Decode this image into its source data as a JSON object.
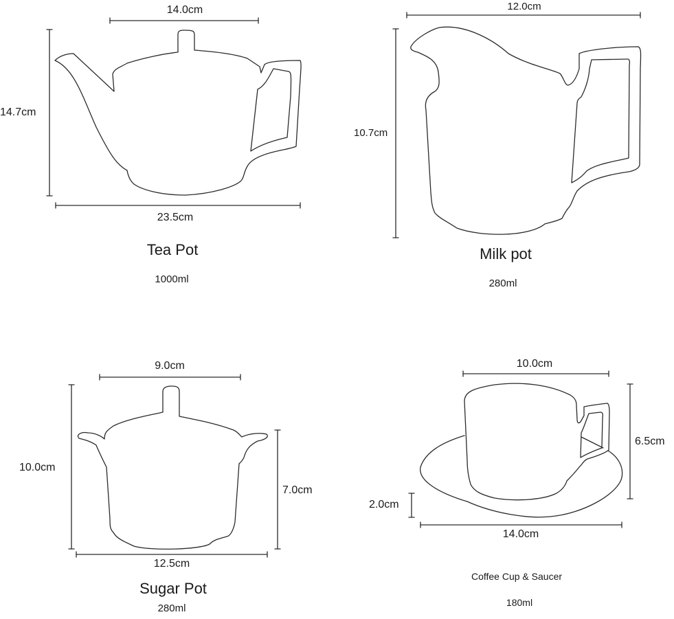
{
  "items": [
    {
      "name": "Tea Pot",
      "capacity": "1000ml",
      "dimensions": {
        "top_width": "14.0cm",
        "height": "14.7cm",
        "bottom_width": "23.5cm"
      }
    },
    {
      "name": "Milk pot",
      "capacity": "280ml",
      "dimensions": {
        "top_width": "12.0cm",
        "height": "10.7cm"
      }
    },
    {
      "name": "Sugar Pot",
      "capacity": "280ml",
      "dimensions": {
        "top_width": "9.0cm",
        "height": "10.0cm",
        "body_height": "7.0cm",
        "bottom_width": "12.5cm"
      }
    },
    {
      "name": "Coffee Cup & Saucer",
      "capacity": "180ml",
      "dimensions": {
        "cup_width": "10.0cm",
        "cup_height": "6.5cm",
        "saucer_height": "2.0cm",
        "saucer_width": "14.0cm"
      }
    }
  ],
  "colors": {
    "line": "#1a1a1a",
    "background": "#ffffff"
  }
}
